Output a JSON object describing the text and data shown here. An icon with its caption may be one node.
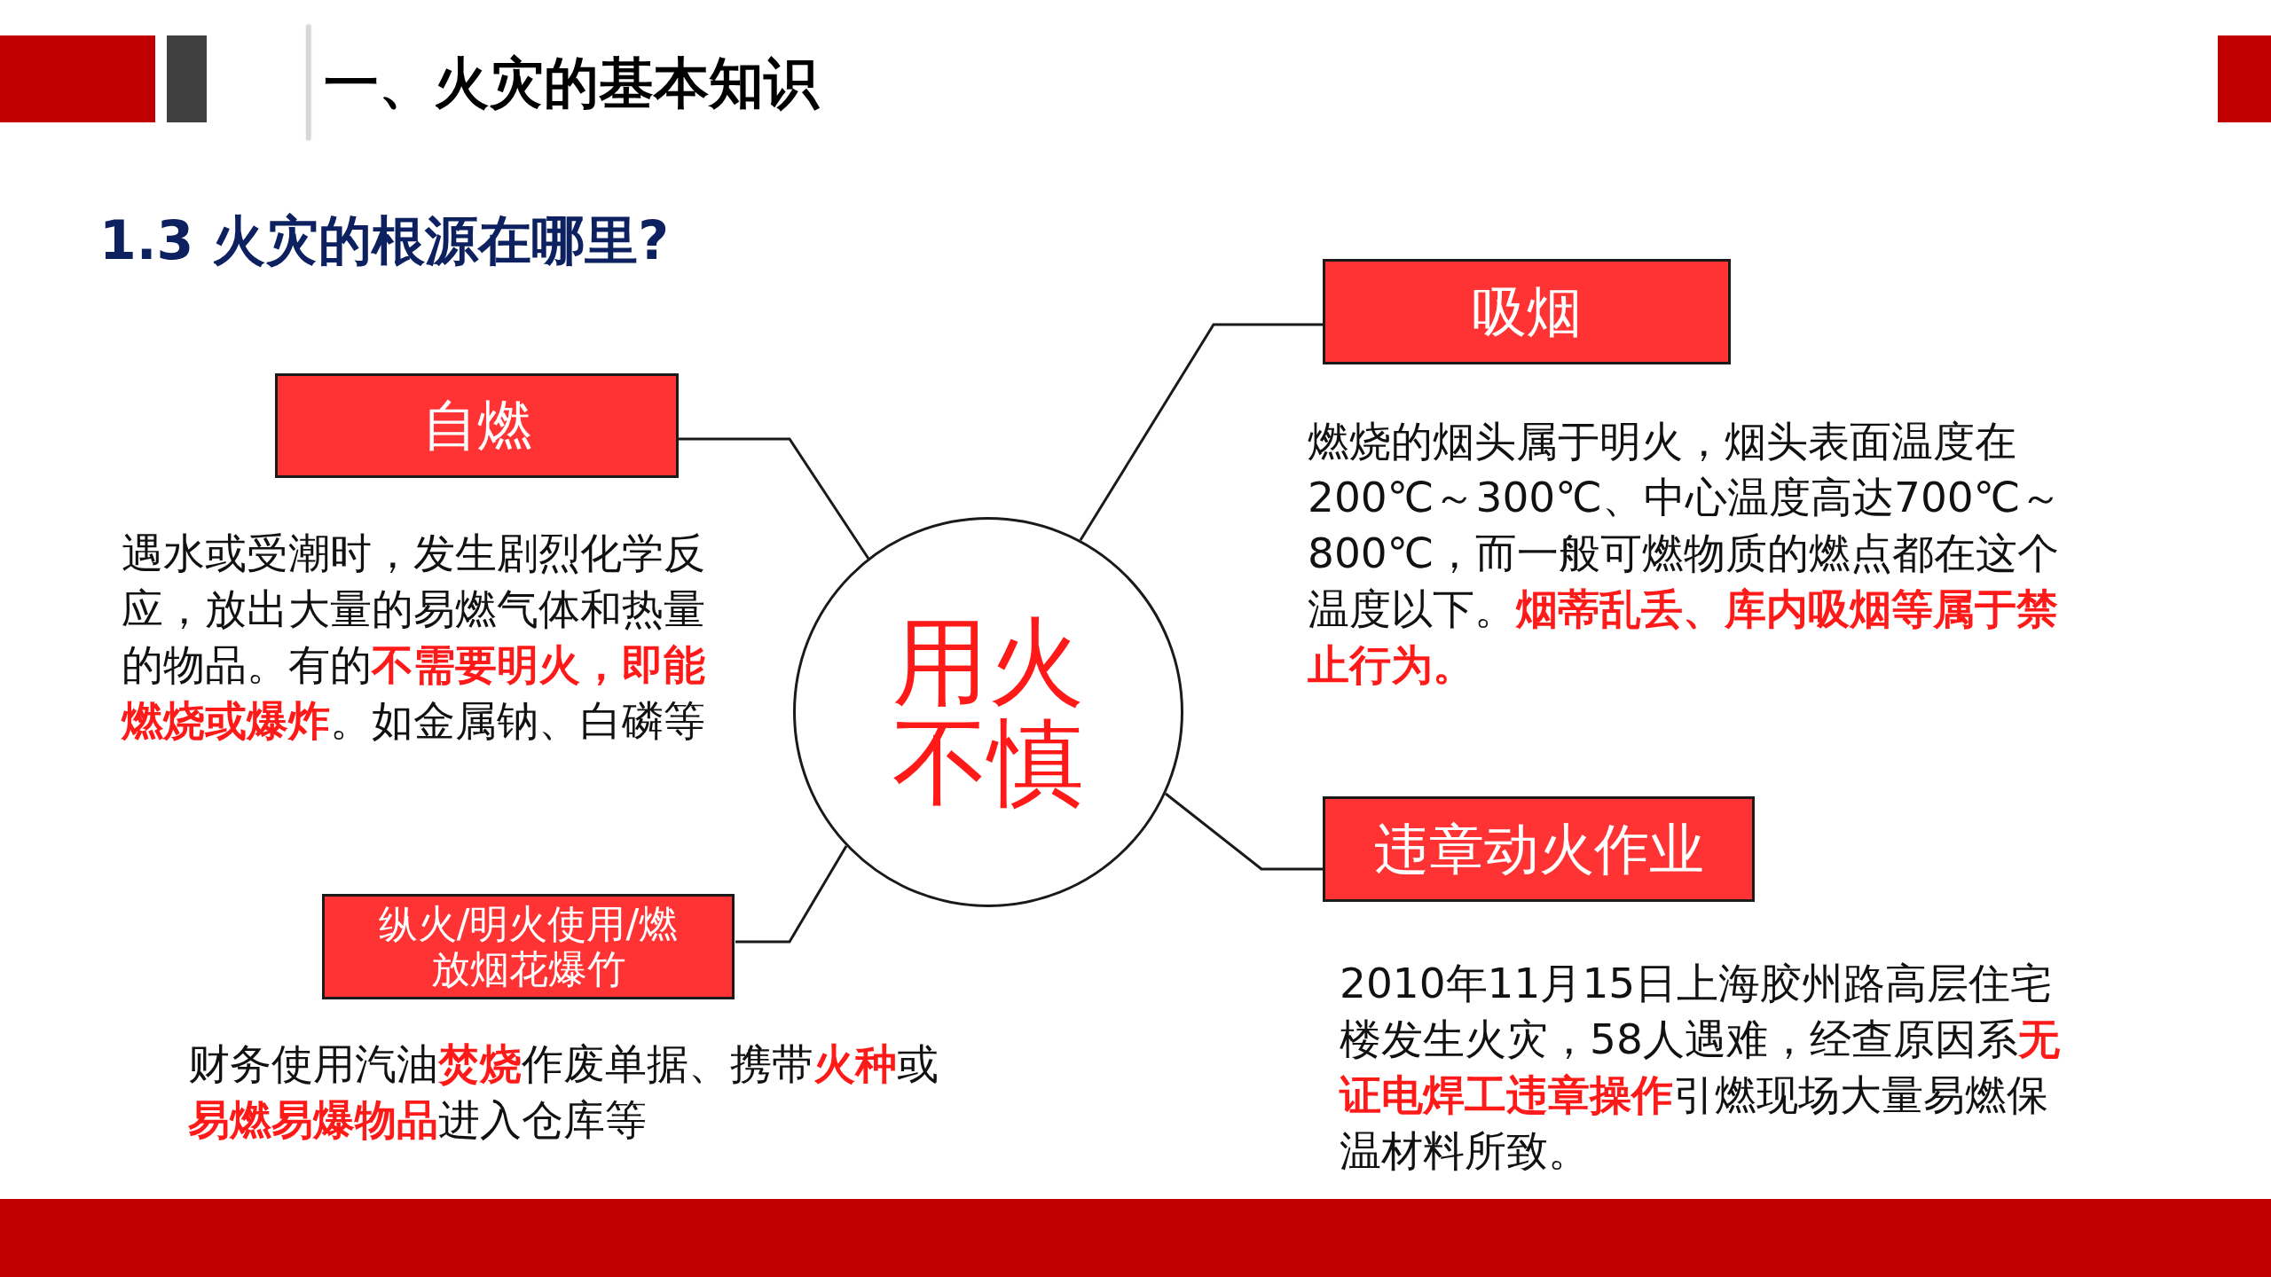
{
  "diagram": {
    "title": "一、火灾的基本知识",
    "nodes": [
      {
        "text": [
          "用火不慎"
        ]
      },
      {
        "text": [
          "自燃"
        ],
        "beside": [
          "遇水或受潮时，发生剧烈化学反应，放出大量的易燃气体和热量的物品。有的**不需要明火，即能燃烧或爆炸**。如金属钠、白磷等"
        ]
      },
      {
        "text": [
          "吸烟"
        ],
        "beside": [
          "燃烧的烟头属于明火，烟头表面温度在200℃～300℃、中心温度高达700℃～800℃，而一般可燃物质的燃点都在这个温度以下。**烟蒂乱丢、库内吸烟等属于禁止行为。**"
        ]
      },
      {
        "text": [
          "纵火/明火使用/燃放烟花爆竹"
        ],
        "beside": [
          "财务使用汽油**焚烧**作废单据、携带**火种**或**易燃易爆物品**进入仓库等"
        ]
      },
      {
        "text": [
          "违章动火作业"
        ],
        "beside": [
          "2010年11月15日上海胶州路高层住宅楼发生火灾，58人遇难，经查原因系**无证电焊工违章操作**引燃现场大量易燃保温材料所致。"
        ]
      }
    ],
    "edges": [
      {
        "from": 0,
        "to": 1,
        "arrow": "none"
      },
      {
        "from": 0,
        "to": 2,
        "arrow": "none"
      },
      {
        "from": 0,
        "to": 3,
        "arrow": "none"
      },
      {
        "from": 0,
        "to": 4,
        "arrow": "none"
      }
    ],
    "labels": [
      "1.3 火灾的根源在哪里?"
    ]
  }
}
